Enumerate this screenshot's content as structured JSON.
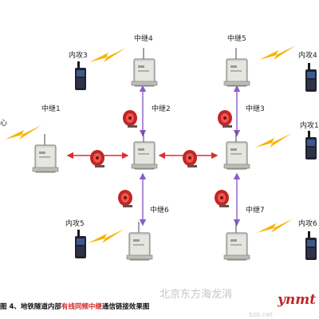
{
  "repeaters": [
    {
      "key": "r1",
      "label": "中继1"
    },
    {
      "key": "r2",
      "label": "中继2"
    },
    {
      "key": "r3",
      "label": "中继3"
    },
    {
      "key": "r4",
      "label": "中继4"
    },
    {
      "key": "r5",
      "label": "中继5"
    },
    {
      "key": "r6",
      "label": "中继6"
    },
    {
      "key": "r7",
      "label": "中继7"
    }
  ],
  "radios": [
    {
      "key": "p3",
      "label": "内攻3"
    },
    {
      "key": "p4",
      "label": "内攻4"
    },
    {
      "key": "p1",
      "label": "内攻1"
    },
    {
      "key": "p5",
      "label": "内攻5"
    },
    {
      "key": "p6",
      "label": "内攻6"
    }
  ],
  "center_label": "心",
  "caption": {
    "prefix": "图 4、地铁隧道内部",
    "highlight": "有线同频中继",
    "suffix": "通信链接效果图"
  },
  "watermark": {
    "cn": "北京东方海龙消",
    "brand": "ynmt",
    "url": "bzb.net"
  },
  "colors": {
    "link_red": "#d9302c",
    "link_purple": "#8a5cc8",
    "lightning": "#f5b400",
    "highlight": "#d42a2a"
  }
}
